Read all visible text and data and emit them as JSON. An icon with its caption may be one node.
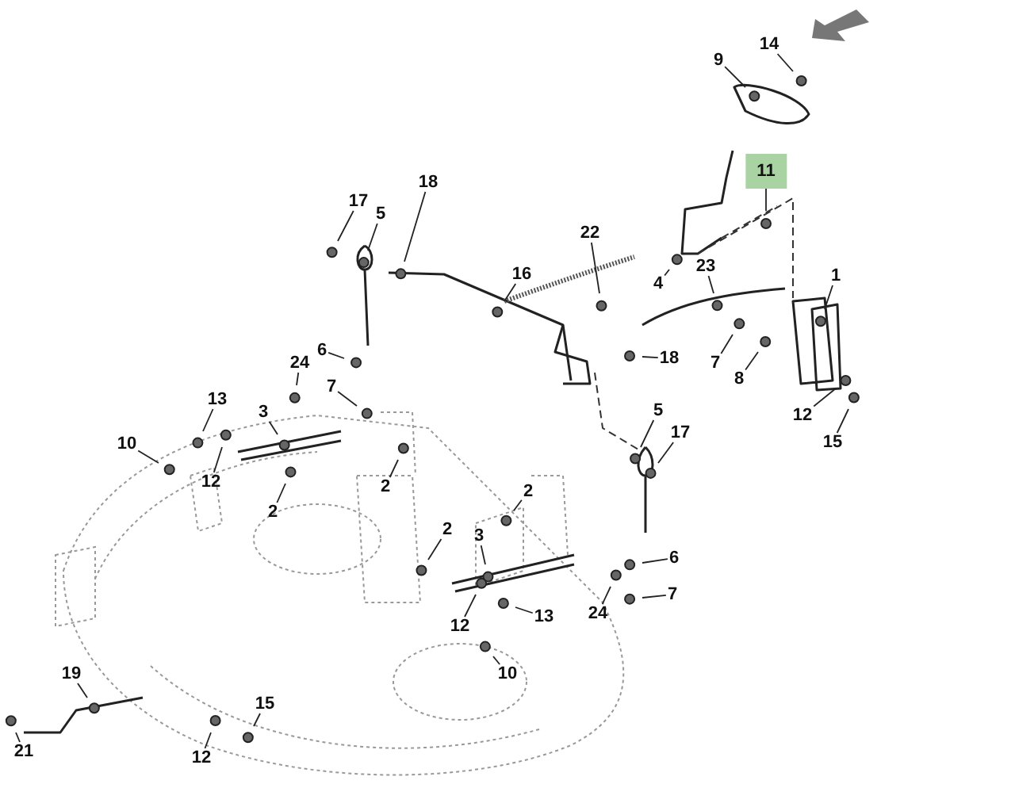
{
  "diagram": {
    "nodes": [
      {
        "text": [
          "14"
        ]
      },
      {
        "text": [
          "9"
        ]
      },
      {
        "text": [
          "11"
        ]
      },
      {
        "text": [
          "18"
        ]
      },
      {
        "text": [
          "17"
        ]
      },
      {
        "text": [
          "5"
        ]
      },
      {
        "text": [
          "22"
        ]
      },
      {
        "text": [
          "23"
        ]
      },
      {
        "text": [
          "16"
        ]
      },
      {
        "text": [
          "1"
        ]
      },
      {
        "text": [
          "4"
        ]
      },
      {
        "text": [
          "6"
        ]
      },
      {
        "text": [
          "18"
        ]
      },
      {
        "text": [
          "7"
        ]
      },
      {
        "text": [
          "24"
        ]
      },
      {
        "text": [
          "8"
        ]
      },
      {
        "text": [
          "7"
        ]
      },
      {
        "text": [
          "13"
        ]
      },
      {
        "text": [
          "3"
        ]
      },
      {
        "text": [
          "5"
        ]
      },
      {
        "text": [
          "12"
        ]
      },
      {
        "text": [
          "17"
        ]
      },
      {
        "text": [
          "10"
        ]
      },
      {
        "text": [
          "15"
        ]
      },
      {
        "text": [
          "12"
        ]
      },
      {
        "text": [
          "2"
        ]
      },
      {
        "text": [
          "2"
        ]
      },
      {
        "text": [
          "2"
        ]
      },
      {
        "text": [
          "2"
        ]
      },
      {
        "text": [
          "3"
        ]
      },
      {
        "text": [
          "6"
        ]
      },
      {
        "text": [
          "7"
        ]
      },
      {
        "text": [
          "24"
        ]
      },
      {
        "text": [
          "13"
        ]
      },
      {
        "text": [
          "12"
        ]
      },
      {
        "text": [
          "10"
        ]
      },
      {
        "text": [
          "19"
        ]
      },
      {
        "text": [
          "15"
        ]
      },
      {
        "text": [
          "21"
        ]
      },
      {
        "text": [
          "12"
        ]
      }
    ],
    "edges": [
      {
        "from": 0,
        "to": null,
        "arrow": "none"
      },
      {
        "from": 1,
        "to": null,
        "arrow": "none"
      },
      {
        "from": 2,
        "to": null,
        "arrow": "none"
      },
      {
        "from": 3,
        "to": null,
        "arrow": "none"
      },
      {
        "from": 4,
        "to": null,
        "arrow": "none"
      },
      {
        "from": 5,
        "to": null,
        "arrow": "none"
      },
      {
        "from": 6,
        "to": null,
        "arrow": "none"
      },
      {
        "from": 7,
        "to": null,
        "arrow": "none"
      },
      {
        "from": 8,
        "to": null,
        "arrow": "none"
      },
      {
        "from": 9,
        "to": null,
        "arrow": "none"
      },
      {
        "from": 10,
        "to": null,
        "arrow": "none"
      },
      {
        "from": 11,
        "to": null,
        "arrow": "none"
      },
      {
        "from": 12,
        "to": null,
        "arrow": "none"
      },
      {
        "from": 13,
        "to": null,
        "arrow": "none"
      },
      {
        "from": 14,
        "to": null,
        "arrow": "none"
      },
      {
        "from": 15,
        "to": null,
        "arrow": "none"
      },
      {
        "from": 16,
        "to": null,
        "arrow": "none"
      },
      {
        "from": 17,
        "to": null,
        "arrow": "none"
      },
      {
        "from": 18,
        "to": null,
        "arrow": "none"
      },
      {
        "from": 19,
        "to": null,
        "arrow": "none"
      },
      {
        "from": 20,
        "to": null,
        "arrow": "none"
      },
      {
        "from": 21,
        "to": null,
        "arrow": "none"
      },
      {
        "from": 22,
        "to": null,
        "arrow": "none"
      },
      {
        "from": 23,
        "to": null,
        "arrow": "none"
      },
      {
        "from": 24,
        "to": null,
        "arrow": "none"
      },
      {
        "from": 25,
        "to": null,
        "arrow": "none"
      },
      {
        "from": 26,
        "to": null,
        "arrow": "none"
      },
      {
        "from": 27,
        "to": null,
        "arrow": "none"
      },
      {
        "from": 28,
        "to": null,
        "arrow": "none"
      },
      {
        "from": 29,
        "to": null,
        "arrow": "none"
      },
      {
        "from": 30,
        "to": null,
        "arrow": "none"
      },
      {
        "from": 31,
        "to": null,
        "arrow": "none"
      },
      {
        "from": 32,
        "to": null,
        "arrow": "none"
      },
      {
        "from": 33,
        "to": null,
        "arrow": "none"
      },
      {
        "from": 34,
        "to": null,
        "arrow": "none"
      },
      {
        "from": 35,
        "to": null,
        "arrow": "none"
      },
      {
        "from": 36,
        "to": null,
        "arrow": "none"
      },
      {
        "from": 37,
        "to": null,
        "arrow": "none"
      },
      {
        "from": 38,
        "to": null,
        "arrow": "none"
      },
      {
        "from": 39,
        "to": null,
        "arrow": "none"
      }
    ]
  }
}
